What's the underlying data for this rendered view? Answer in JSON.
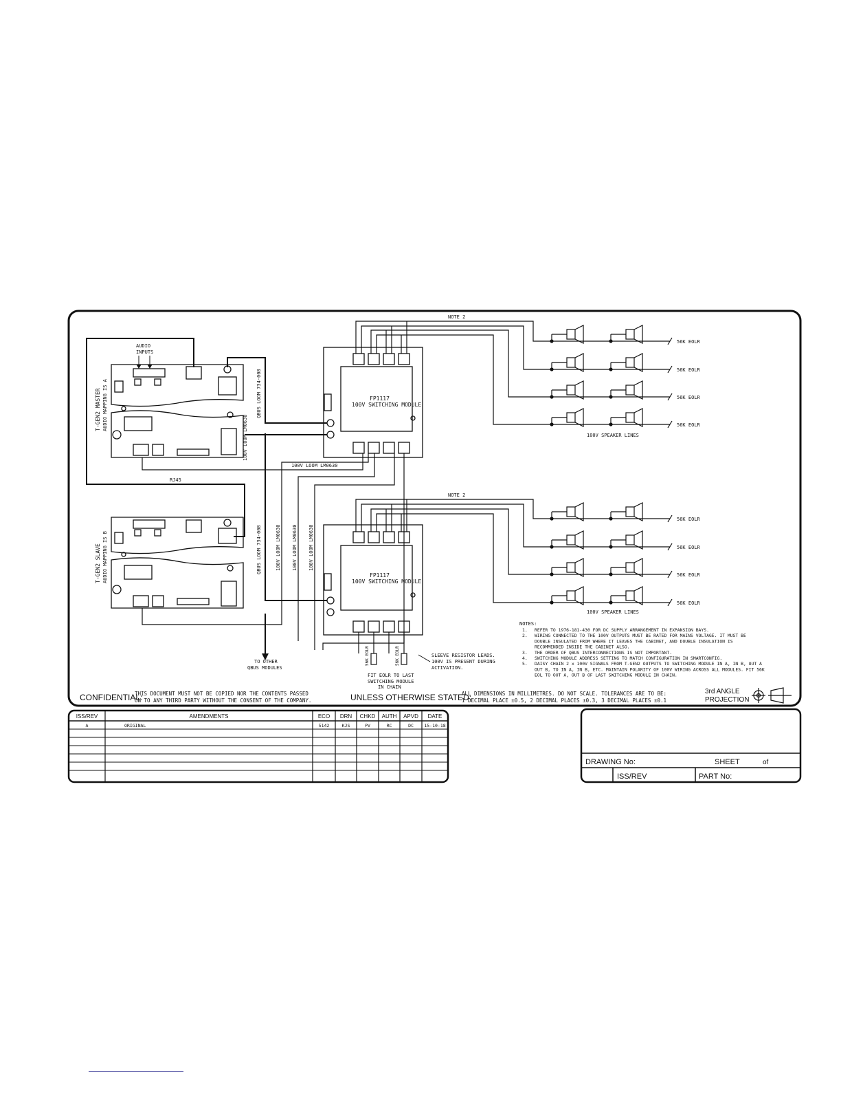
{
  "diagram": {
    "labels": {
      "note2": "NOTE 2",
      "audio_inputs": [
        "AUDIO",
        "INPUTS"
      ],
      "master": [
        "T-GEN2 MASTER",
        "AUDIO MAPPING IS A"
      ],
      "slave": [
        "T-GEN2 SLAVE",
        "AUDIO MAPPING IS B"
      ],
      "rj45": "RJ45",
      "qbus_loom": "QBUS LOOM 734-008",
      "loom_100v": "100V LOOM LM0630",
      "module_code": "FP1117",
      "module_name": "100V SWITCHING MODULE",
      "eolr": "56K EOLR",
      "speaker_lines": "100V SPEAKER LINES",
      "to_other": [
        "TO OTHER",
        "QBUS MODULES"
      ],
      "fit_eolr": [
        "FIT EOLR TO LAST",
        "SWITCHING MODULE",
        "IN CHAIN"
      ],
      "sleeve": [
        "SLEEVE RESISTOR LEADS.",
        "100V IS PRESENT DURING",
        "ACTIVATION."
      ],
      "resistor": "56K EOLR"
    },
    "notes_title": "NOTES:",
    "notes": [
      [
        "1.",
        "REFER TO 1976-181-430 FOR DC SUPPLY ARRANGEMENT IN EXPANSION BAYS."
      ],
      [
        "2.",
        "WIRING CONNECTED TO THE 100V OUTPUTS MUST BE RATED FOR MAINS VOLTAGE. IT MUST BE"
      ],
      [
        "",
        "DOUBLE INSULATED FROM WHERE IT LEAVES THE CABINET, AND DOUBLE INSULATION IS"
      ],
      [
        "",
        "RECOMMENDED INSIDE THE CABINET ALSO."
      ],
      [
        "3.",
        "THE ORDER OF QBUS INTERCONNECTIONS IS NOT IMPORTANT."
      ],
      [
        "4.",
        "SWITCHING MODULE ADDRESS SETTING TO MATCH CONFIGURATION IN SMARTCONFIG."
      ],
      [
        "5.",
        "DAISY CHAIN 2 x 100V SIGNALS FROM T-GEN2 OUTPUTS TO SWITCHING MODULE IN A, IN B, OUT A"
      ],
      [
        "",
        "OUT B, TO IN A, IN B, ETC. MAINTAIN POLARITY OF 100V WIRING ACROSS ALL MODULES. FIT 56K"
      ],
      [
        "",
        "EOL TO OUT A, OUT B OF LAST SWITCHING MODULE IN CHAIN."
      ]
    ]
  },
  "footer": {
    "confidential_label": "CONFIDENTIAL:",
    "confidential_text": [
      "THIS DOCUMENT MUST NOT BE COPIED NOR THE CONTENTS PASSED",
      "ON TO ANY THIRD PARTY WITHOUT THE CONSENT OF THE COMPANY."
    ],
    "unless_label": "UNLESS OTHERWISE STATED:",
    "unless_text": [
      "ALL DIMENSIONS IN MILLIMETRES. DO NOT SCALE. TOLERANCES ARE TO BE:",
      "1 DECIMAL PLACE ±0.5, 2 DECIMAL PLACES ±0.3, 3 DECIMAL PLACES ±0.1"
    ],
    "projection": [
      "3rd ANGLE",
      "PROJECTION"
    ]
  },
  "amendments": {
    "headers": [
      "ISS/REV",
      "AMENDMENTS",
      "ECO",
      "DRN",
      "CHKD",
      "AUTH",
      "APVD",
      "DATE"
    ],
    "rows": [
      [
        "A",
        "ORIGINAL",
        "5142",
        "KJS",
        "PV",
        "RC",
        "DC",
        "15-10-18"
      ]
    ]
  },
  "title_block": {
    "drawing_no": "DRAWING No:",
    "sheet": "SHEET",
    "of": "of",
    "iss_rev": "ISS/REV",
    "part_no": "PART No:"
  }
}
